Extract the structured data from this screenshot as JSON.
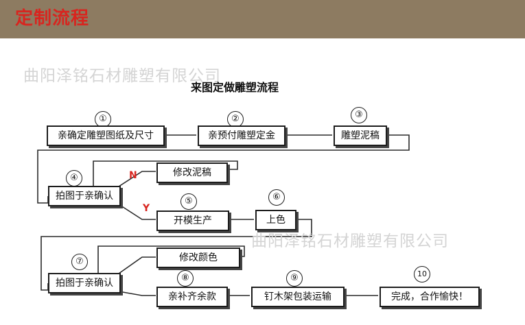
{
  "header": {
    "title": "定制流程"
  },
  "watermark": "曲阳泽铭石材雕塑有限公司",
  "diagram": {
    "title": "来图定做雕塑流程",
    "steps": {
      "s1": "亲确定雕塑图纸及尺寸",
      "s2": "亲预付雕塑定金",
      "s3": "雕塑泥稿",
      "s4": "拍图于亲确认",
      "s4a": "修改泥稿",
      "s5": "开模生产",
      "s6": "上色",
      "s7": "拍图于亲确认",
      "s7a": "修改颜色",
      "s8": "亲补齐余款",
      "s9": "钉木架包装运输",
      "s10": "完成，合作愉快！"
    },
    "numbers": {
      "n1": "①",
      "n2": "②",
      "n3": "③",
      "n4": "④",
      "n5": "⑤",
      "n6": "⑥",
      "n7": "⑦",
      "n8": "⑧",
      "n9": "⑨",
      "n10": "10"
    },
    "branches": {
      "no": "N",
      "yes": "Y"
    }
  },
  "colors": {
    "header_bg": "#8d7b61",
    "header_text": "#d8251f",
    "branch_text": "#d8251f",
    "watermark": "#d4d4d4"
  }
}
